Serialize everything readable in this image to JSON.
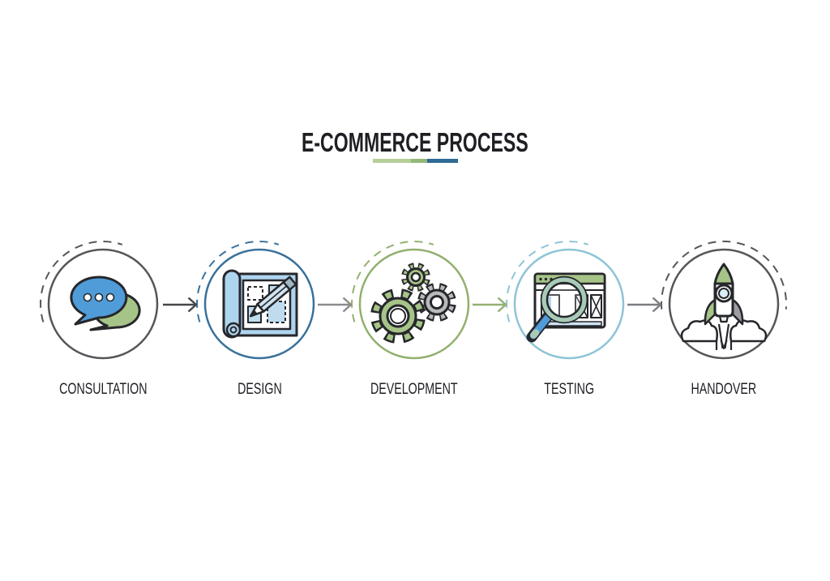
{
  "title": "E-COMMERCE PROCESS",
  "title_underline": {
    "segments": [
      {
        "color": "#b6cf9a"
      },
      {
        "color": "#94b977"
      },
      {
        "color": "#2f6b94"
      }
    ]
  },
  "steps": [
    {
      "label": "CONSULTATION",
      "icon": "speech-bubbles-icon",
      "accent_color": "#55565a"
    },
    {
      "label": "DESIGN",
      "icon": "blueprint-pencil-icon",
      "accent_color": "#39719c"
    },
    {
      "label": "DEVELOPMENT",
      "icon": "gears-icon",
      "accent_color": "#92b06e"
    },
    {
      "label": "TESTING",
      "icon": "browser-magnifier-icon",
      "accent_color": "#8ec4d6"
    },
    {
      "label": "HANDOVER",
      "icon": "rocket-icon",
      "accent_color": "#55565a"
    }
  ],
  "arrows": [
    {
      "color": "#44474a"
    },
    {
      "color": "#898b8e"
    },
    {
      "color": "#93b173"
    },
    {
      "color": "#7b7e81"
    }
  ],
  "palette": {
    "dark": "#26272b",
    "blue": "#4f9cd9",
    "green": "#a6c487",
    "sage": "#a8cbb8",
    "light_blue": "#aed5ee",
    "pale_blue": "#a3cce8",
    "gray": "#b9babc",
    "steel": "#9fb6c4"
  }
}
